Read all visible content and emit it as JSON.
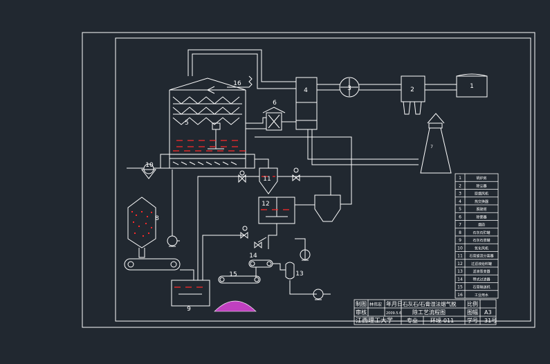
{
  "colors": {
    "background": "#212830",
    "line": "#ffffff",
    "liquid": "#ff2a2a",
    "slurry": "#ff2a2a",
    "gypsum_pile": "#c040c0",
    "stack_label": "#ff4040"
  },
  "equipment_labels": {
    "boiler": "1",
    "precipitator": "2",
    "fan": "3",
    "heat_exchanger": "4",
    "absorber": "5",
    "demister_gg": "6",
    "chimney": "7",
    "limestone_bin": "8",
    "slurry_tank": "9",
    "oxidation_blower": "10",
    "hydrocyclone": "11",
    "thickener_tank": "12",
    "filter": "13",
    "belt_conveyor_1": "14",
    "belt_conveyor_2": "15",
    "process_water": "16"
  },
  "legend": [
    {
      "no": "1",
      "name": "锅炉房"
    },
    {
      "no": "2",
      "name": "除尘器"
    },
    {
      "no": "3",
      "name": "原烟风机"
    },
    {
      "no": "4",
      "name": "热交换器"
    },
    {
      "no": "5",
      "name": "脱硫塔"
    },
    {
      "no": "6",
      "name": "除雾器"
    },
    {
      "no": "7",
      "name": "烟囱"
    },
    {
      "no": "8",
      "name": "石灰石贮罐"
    },
    {
      "no": "9",
      "name": "石灰石浆罐"
    },
    {
      "no": "10",
      "name": "氧化风机"
    },
    {
      "no": "11",
      "name": "石膏旋流分离器"
    },
    {
      "no": "12",
      "name": "过滤液给料罐"
    },
    {
      "no": "13",
      "name": "滤液泵变器"
    },
    {
      "no": "14",
      "name": "带式过滤器"
    },
    {
      "no": "15",
      "name": "石膏输送机"
    },
    {
      "no": "16",
      "name": "工业用水"
    }
  ],
  "title_block": {
    "drawn_by": "制图",
    "drawn_name": "林伟宏",
    "date_label": "年月日",
    "title": "石灰石/石膏湿法烟气脱",
    "scale_label": "比例",
    "checked_by": "审核",
    "date_value": "2009.5.6",
    "subtitle": "除工艺流程图",
    "size_label": "图幅",
    "size_value": "A3",
    "school": "江西理工大学",
    "major_label": "专业",
    "class_value": "环境-011",
    "number_label": "学号",
    "number_value": "31号"
  }
}
